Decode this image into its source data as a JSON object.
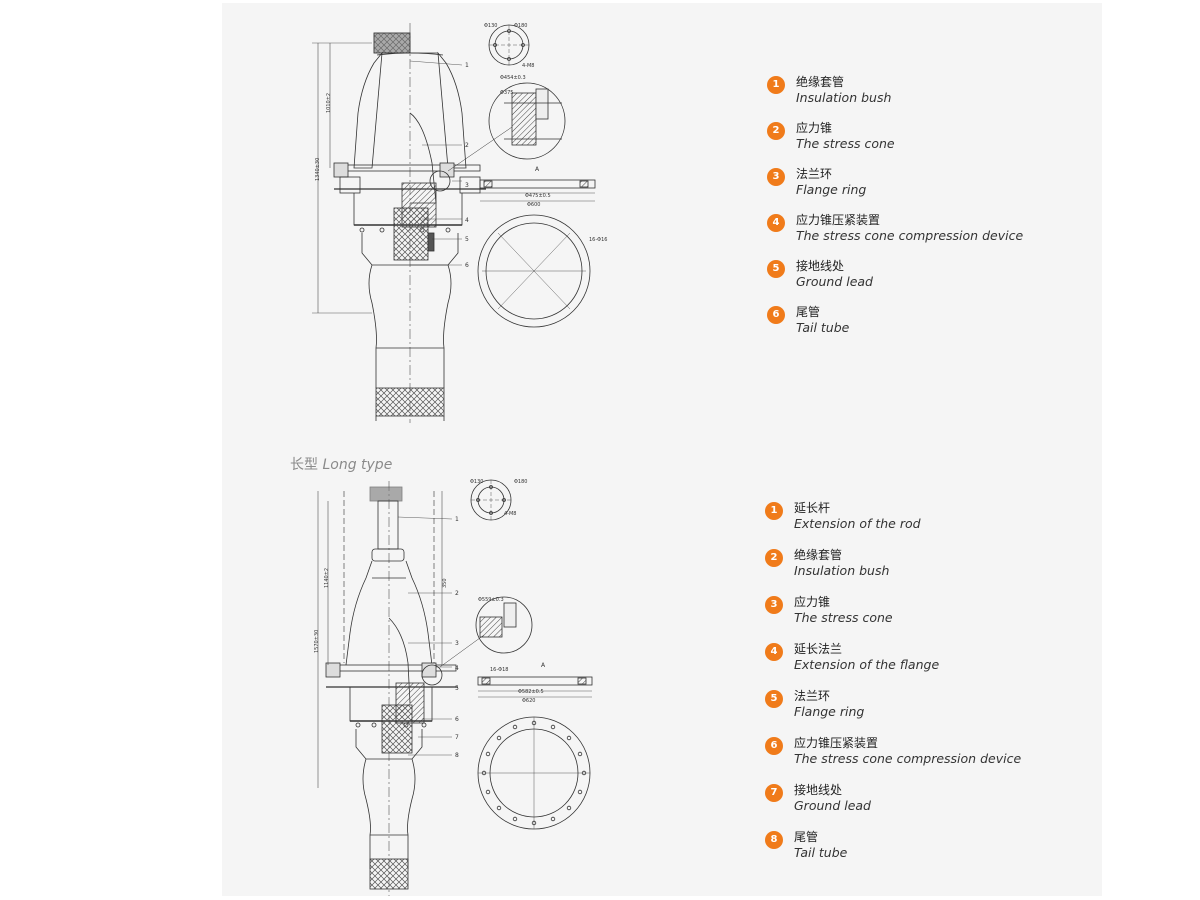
{
  "section": {
    "title_zh": "长型",
    "title_en": "Long type"
  },
  "legend_short": [
    {
      "n": "1",
      "zh": "绝缘套管",
      "en": "Insulation bush"
    },
    {
      "n": "2",
      "zh": "应力锥",
      "en": "The stress cone"
    },
    {
      "n": "3",
      "zh": "法兰环",
      "en": "Flange ring"
    },
    {
      "n": "4",
      "zh": "应力锥压紧装置",
      "en": "The stress cone compression device"
    },
    {
      "n": "5",
      "zh": "接地线处",
      "en": "Ground lead"
    },
    {
      "n": "6",
      "zh": "尾管",
      "en": "Tail tube"
    }
  ],
  "legend_long": [
    {
      "n": "1",
      "zh": "延长杆",
      "en": "Extension of the rod"
    },
    {
      "n": "2",
      "zh": "绝缘套管",
      "en": "Insulation bush"
    },
    {
      "n": "3",
      "zh": "应力锥",
      "en": "The stress cone"
    },
    {
      "n": "4",
      "zh": "延长法兰",
      "en": "Extension of the flange"
    },
    {
      "n": "5",
      "zh": "法兰环",
      "en": "Flange ring"
    },
    {
      "n": "6",
      "zh": "应力锥压紧装置",
      "en": "The stress cone compression device"
    },
    {
      "n": "7",
      "zh": "接地线处",
      "en": "Ground lead"
    },
    {
      "n": "8",
      "zh": "尾管",
      "en": "Tail tube"
    }
  ],
  "drawing_short": {
    "callouts": [
      "1",
      "2",
      "3",
      "4",
      "5",
      "6"
    ],
    "view_label": "A",
    "dims": [
      "Φ454±0.3",
      "Φ375",
      "Φ600",
      "Φ475±0.5",
      "16-Φ16",
      "4-M8",
      "Φ180",
      "Φ130",
      "1340±30",
      "1010±2"
    ]
  },
  "drawing_long": {
    "callouts": [
      "1",
      "2",
      "3",
      "4",
      "5",
      "6",
      "7",
      "8"
    ],
    "view_label": "A",
    "dims": [
      "Φ559±0.3",
      "16-Φ18",
      "Φ620",
      "Φ582±0.5",
      "Φ130",
      "Φ180",
      "4-M8",
      "1570±30",
      "1140±2",
      "350"
    ]
  },
  "colors": {
    "accent": "#f07b1a",
    "panel_bg": "#f5f5f5",
    "line": "#333333"
  }
}
